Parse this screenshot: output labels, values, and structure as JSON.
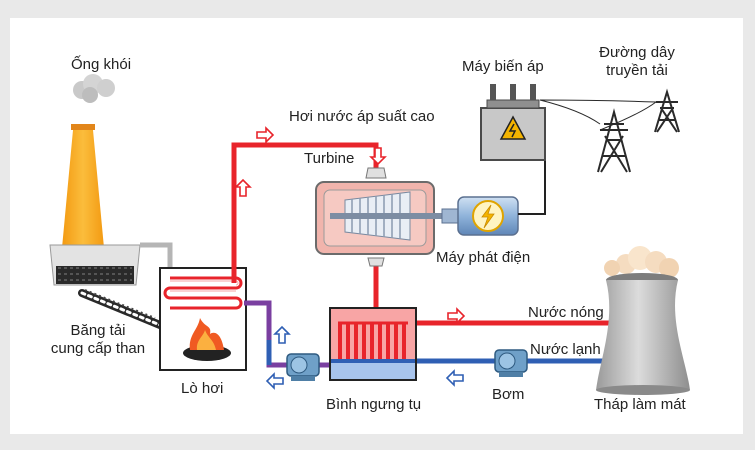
{
  "labels": {
    "chimney": "Ống khói",
    "transformer": "Máy biến áp",
    "power_line_1": "Đường dây",
    "power_line_2": "truyền tải",
    "high_pressure_steam": "Hơi nước áp suất cao",
    "turbine": "Turbine",
    "generator": "Máy phát điện",
    "conveyor_1": "Băng tải",
    "conveyor_2": "cung cấp than",
    "hot_water": "Nước nóng",
    "cold_water": "Nước lạnh",
    "boiler": "Lò hơi",
    "condenser": "Bình ngưng tụ",
    "pump": "Bơm",
    "cooling_tower": "Tháp làm mát"
  },
  "colors": {
    "steam_pipe": "#e8242b",
    "water_pipe": "#2f5fb4",
    "mixed_pipe": "#7a3fa0",
    "chimney": "#f7a21b",
    "turbine_box": "#f1b4ac",
    "cooling_tower": "#b9b9b9"
  }
}
